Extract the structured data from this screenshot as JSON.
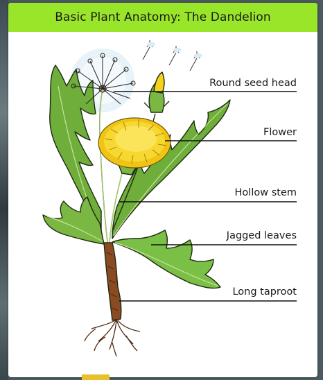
{
  "title": "Basic Plant Anatomy: The Dandelion",
  "labels": {
    "seed_head": "Round seed head",
    "flower": "Flower",
    "stem": "Hollow stem",
    "leaves": "Jagged leaves",
    "taproot": "Long taproot"
  },
  "colors": {
    "title_bar": "#99e52a",
    "leaf_green": "#6fae3a",
    "leaf_light": "#a6d36a",
    "petal_yellow": "#f5d21a",
    "root_brown": "#8a4a22"
  }
}
